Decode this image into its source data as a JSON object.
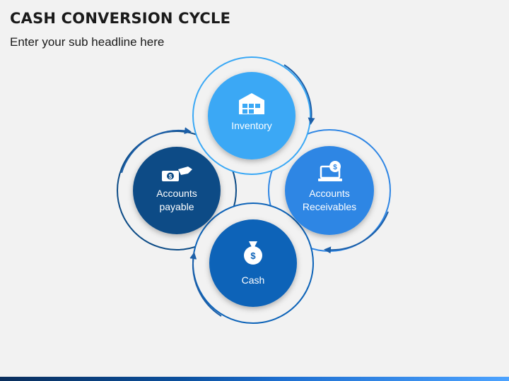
{
  "header": {
    "title": "CASH CONVERSION CYCLE",
    "subtitle": "Enter your sub headline here"
  },
  "cycle": [
    {
      "label": "Inventory",
      "icon": "warehouse-icon",
      "color": "#3aa8f5"
    },
    {
      "label": "Accounts Receivables",
      "line1": "Accounts",
      "line2": "Receivables",
      "icon": "laptop-dollar-icon",
      "color": "#2f86e4"
    },
    {
      "label": "Cash",
      "icon": "money-bag-icon",
      "color": "#0d63b8"
    },
    {
      "label": "Accounts payable",
      "line1": "Accounts",
      "line2": "payable",
      "icon": "cash-hand-icon",
      "color": "#0c4b86"
    }
  ],
  "colors": {
    "ring": "#1c5fa8",
    "ring_light": "#2d8ae0",
    "background": "#f2f2f2"
  }
}
